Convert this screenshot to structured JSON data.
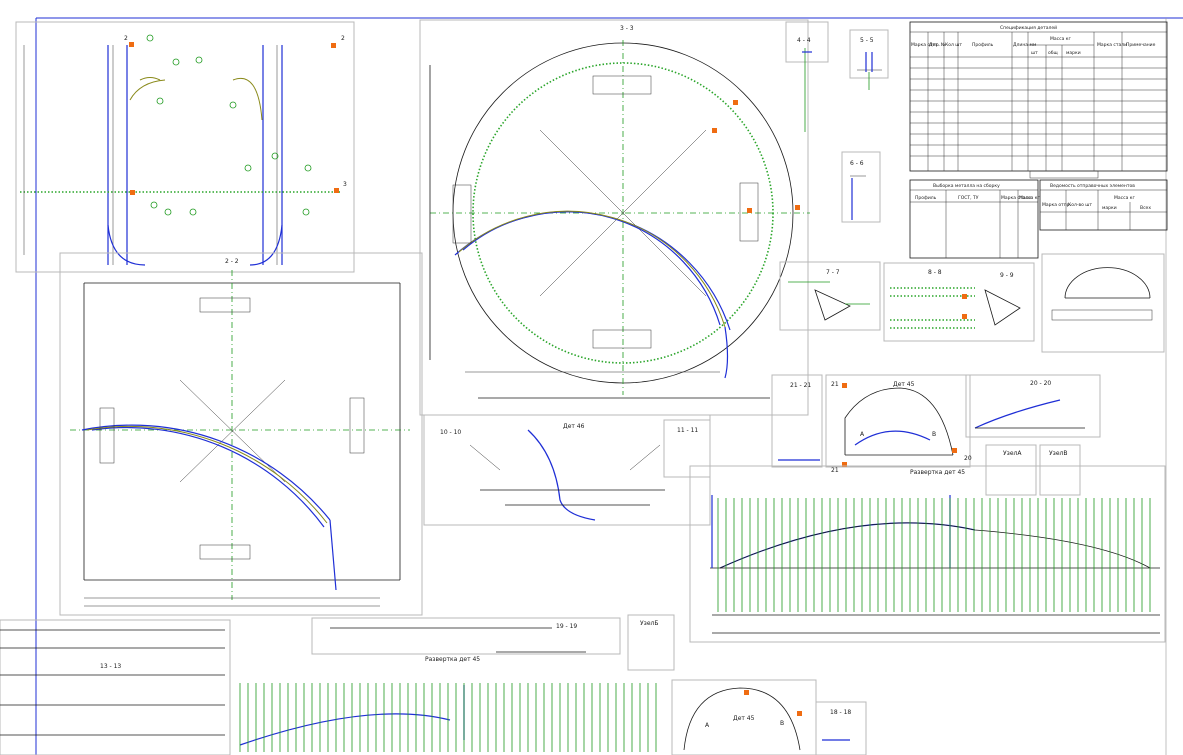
{
  "sections": {
    "s2_top": "2",
    "s2_mid": "2",
    "s3_right": "3",
    "view_2_2": "2 - 2",
    "view_3_3": "3 - 3",
    "view_4_4": "4 - 4",
    "view_5_5": "5 - 5",
    "view_6_6": "6 - 6",
    "view_7_7": "7 - 7",
    "view_8_8": "8 - 8",
    "view_9_9": "9 - 9",
    "view_10_10": "10 - 10",
    "view_11_11": "11 - 11",
    "view_13_13": "13 - 13",
    "view_18_18": "18 - 18",
    "view_19_19": "19 - 19",
    "view_20_20": "20 - 20",
    "view_21_21": "21 - 21",
    "view_21_a": "21",
    "view_21_b": "21",
    "view_20_a": "20"
  },
  "labels": {
    "det45": "Дет 45",
    "det45b": "Дет 45",
    "det46": "Дет 46",
    "razv45": "Развертка дет 45",
    "razv45b": "Развертка дет 45",
    "uzelA": "УзелА",
    "uzelB": "УзелВ",
    "uzelB2": "УзелБ",
    "pt_A": "А",
    "pt_B": "В",
    "pt_A2": "А",
    "pt_B2": "В"
  },
  "spec_table": {
    "title": "Спецификация деталей",
    "headers": [
      "Марка отпр.",
      "Дет. №",
      "Кол шт",
      "Профиль",
      "Длина мм",
      "Масса кг",
      "Марка стали",
      "Примечание"
    ],
    "mass_sub": [
      "шт",
      "общ",
      "марки"
    ]
  },
  "sample_table": {
    "title": "Выборка металла на сборку",
    "headers": [
      "Профиль",
      "ГОСТ, ТУ",
      "Марка стали",
      "Масса кг"
    ]
  },
  "shipping_table": {
    "title": "Ведомость отправочных элементов",
    "headers": [
      "Марка отпр.",
      "Кол-во шт",
      "Масса кг"
    ],
    "mass_sub": [
      "марки",
      "Всех"
    ]
  }
}
